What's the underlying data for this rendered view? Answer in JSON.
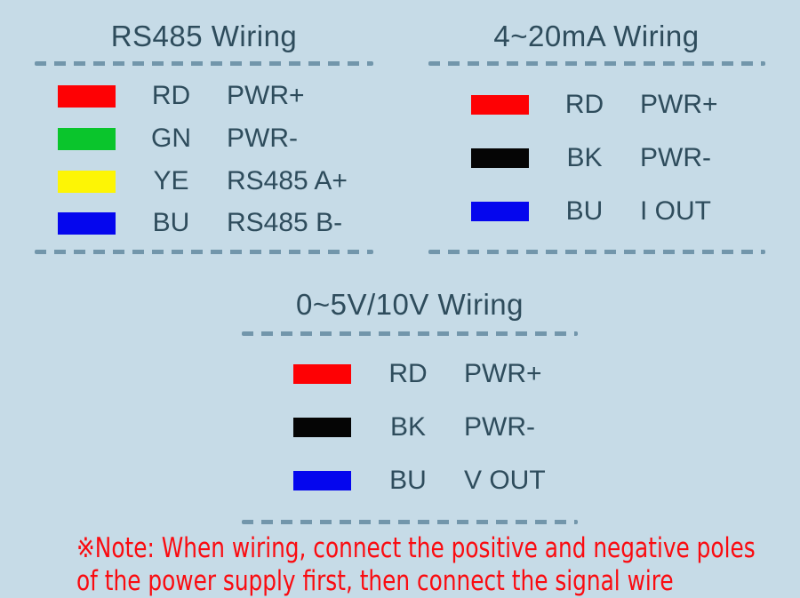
{
  "palette": {
    "background": "#c6dbe7",
    "text": "#2e4c5c",
    "dash": "#7296ab",
    "note_red": "#fa0b10"
  },
  "sections": [
    {
      "id": "rs485",
      "title": "RS485 Wiring",
      "rows": [
        {
          "color": "#fe0104",
          "color_name": "red",
          "abbr": "RD",
          "signal": "PWR+"
        },
        {
          "color": "#0ac52c",
          "color_name": "green",
          "abbr": "GN",
          "signal": "PWR-"
        },
        {
          "color": "#fdf505",
          "color_name": "yellow",
          "abbr": "YE",
          "signal": "RS485 A+"
        },
        {
          "color": "#0506ee",
          "color_name": "blue",
          "abbr": "BU",
          "signal": "RS485 B-"
        }
      ]
    },
    {
      "id": "4-20ma",
      "title": "4~20mA Wiring",
      "rows": [
        {
          "color": "#fe0104",
          "color_name": "red",
          "abbr": "RD",
          "signal": "PWR+"
        },
        {
          "color": "#050505",
          "color_name": "black",
          "abbr": "BK",
          "signal": "PWR-"
        },
        {
          "color": "#0506ee",
          "color_name": "blue",
          "abbr": "BU",
          "signal": "I OUT"
        }
      ]
    },
    {
      "id": "0-5v-10v",
      "title": "0~5V/10V Wiring",
      "rows": [
        {
          "color": "#fe0104",
          "color_name": "red",
          "abbr": "RD",
          "signal": "PWR+"
        },
        {
          "color": "#050505",
          "color_name": "black",
          "abbr": "BK",
          "signal": "PWR-"
        },
        {
          "color": "#0506ee",
          "color_name": "blue",
          "abbr": "BU",
          "signal": "V OUT"
        }
      ]
    }
  ],
  "note": {
    "line1": "※Note: When wiring, connect the positive and negative poles",
    "line2": "of the power supply first, then connect the signal wire"
  }
}
